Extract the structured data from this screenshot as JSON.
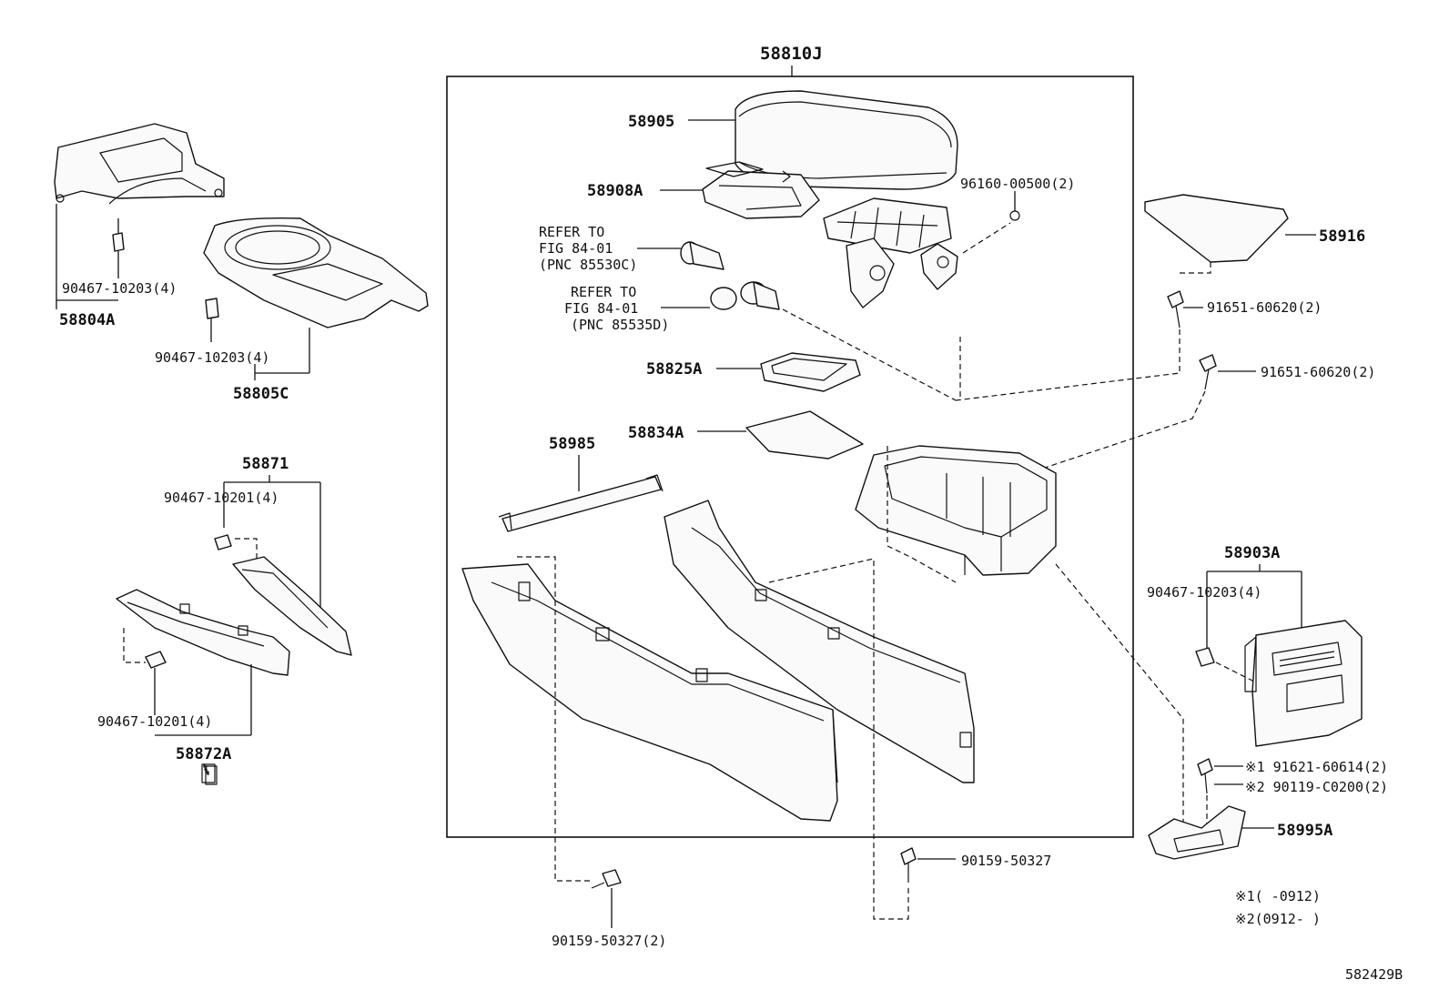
{
  "assembly_label": "58810J",
  "labels": {
    "p58905": "58905",
    "p58908A": "58908A",
    "refer1_l1": "REFER TO",
    "refer1_l2": "FIG 84-01",
    "refer1_l3": "(PNC 85530C)",
    "refer2_l1": "REFER TO",
    "refer2_l2": "FIG 84-01",
    "refer2_l3": "(PNC 85535D)",
    "p96160": "96160-00500(2)",
    "p58916": "58916",
    "p91651a": "91651-60620(2)",
    "p91651b": "91651-60620(2)",
    "p58825A": "58825A",
    "p58834A": "58834A",
    "p58985": "58985",
    "p90467_58804": "90467-10203(4)",
    "p58804A": "58804A",
    "p90467_58805": "90467-10203(4)",
    "p58805C": "58805C",
    "p58871": "58871",
    "p90467_10201a": "90467-10201(4)",
    "p90467_10201b": "90467-10201(4)",
    "p58872A": "58872A",
    "p58903A": "58903A",
    "p90467_58903": "90467-10203(4)",
    "p91621": "※1 91621-60614(2)",
    "p90119": "※2 90119-C0200(2)",
    "p58995A": "58995A",
    "p90159a": "90159-50327",
    "p90159b": "90159-50327(2)",
    "note1": "※1(    -0912)",
    "note2": "※2(0912-    )",
    "figure_id": "582429B"
  }
}
